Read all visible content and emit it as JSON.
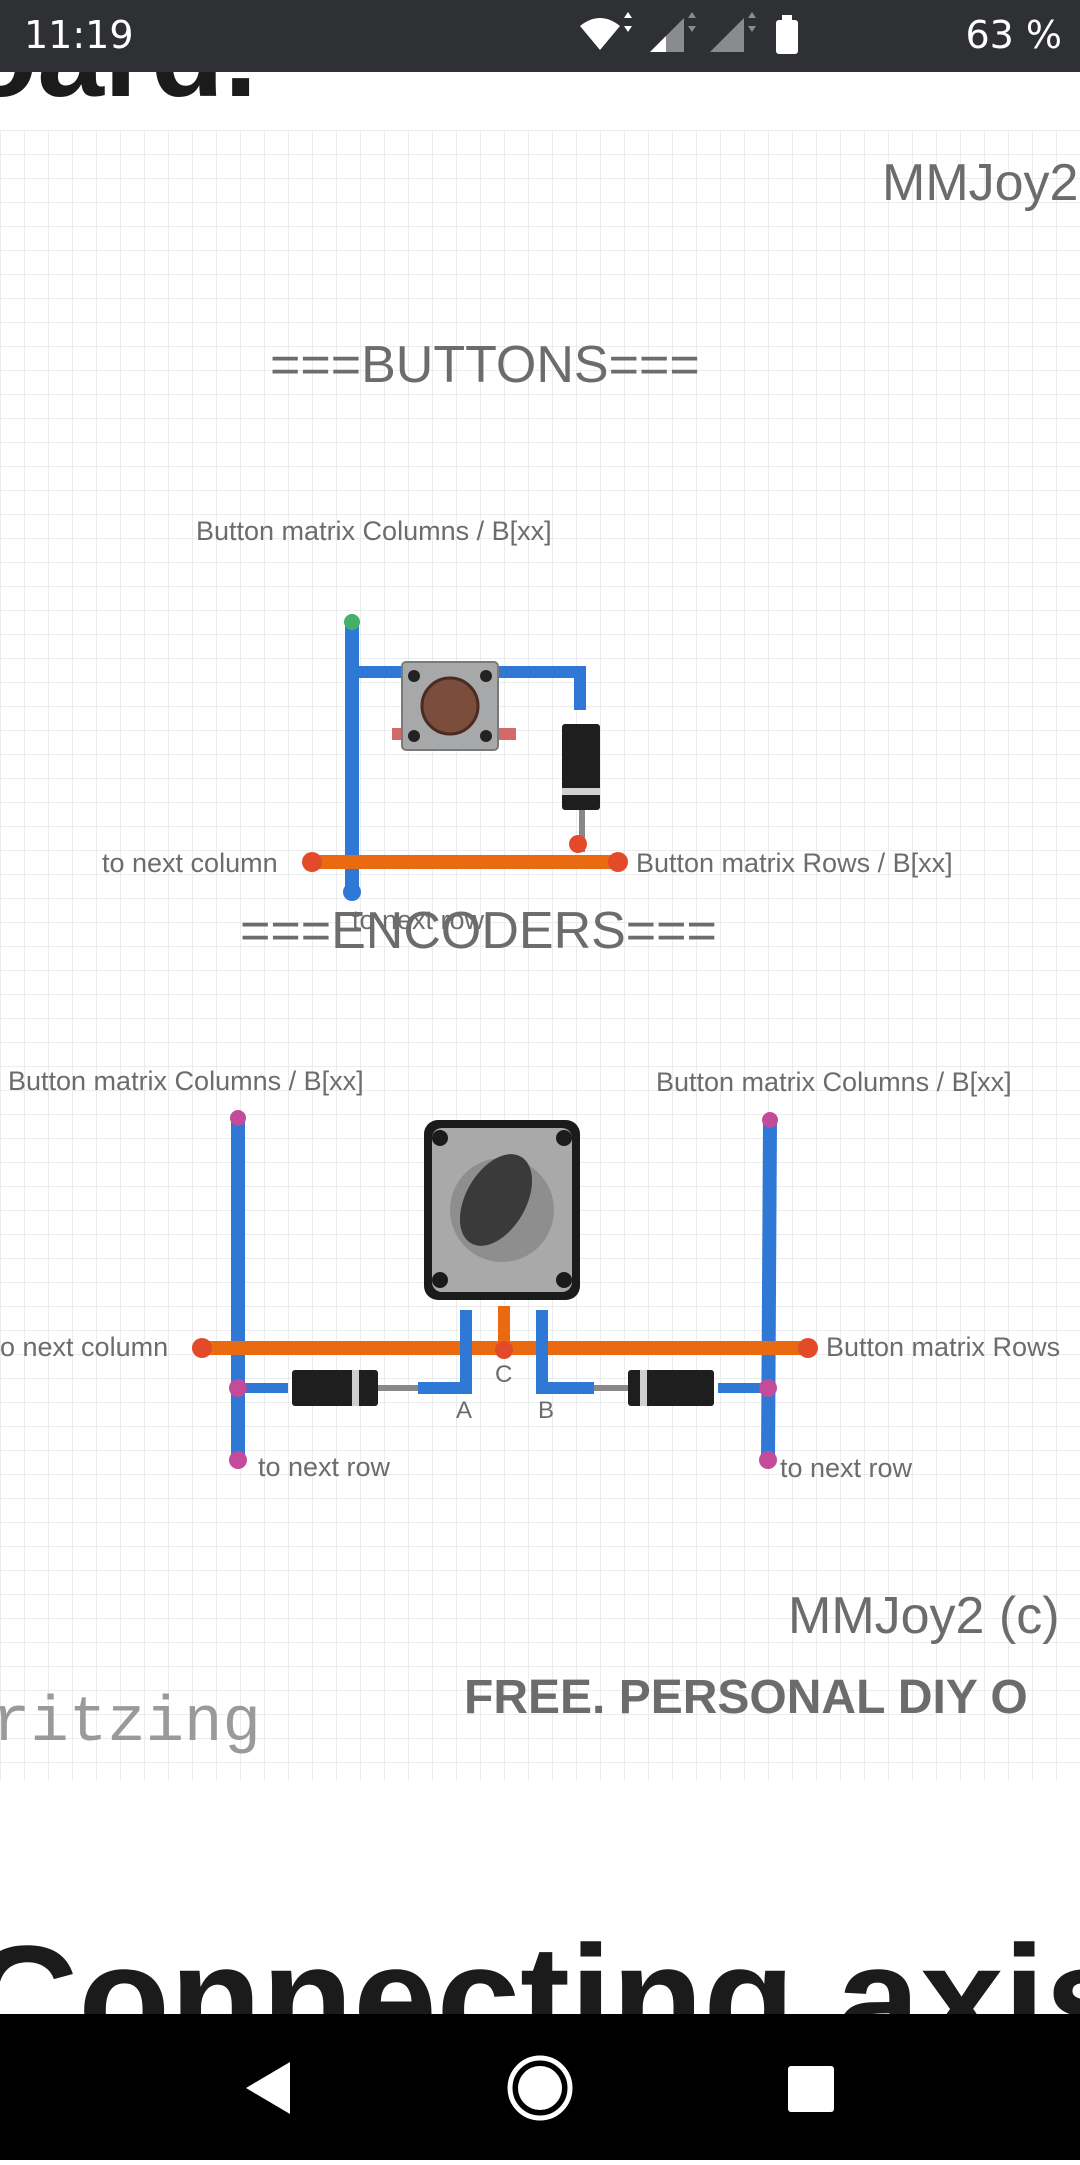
{
  "status_bar": {
    "time": "11:19",
    "battery_percent": "63 %",
    "icons": [
      "wifi-icon",
      "signal-icon",
      "signal-icon",
      "battery-icon"
    ]
  },
  "article": {
    "partial_heading_top": "oard.",
    "partial_heading_bottom": "Connecting axis"
  },
  "diagram": {
    "header_right": "MMJoy2",
    "buttons_title": "===BUTTONS===",
    "buttons_columns_label": "Button matrix Columns / B[xx]",
    "buttons_next_column": "to next column",
    "buttons_rows_label": "Button matrix Rows / B[xx]",
    "buttons_next_row": "to next row",
    "encoders_title": "===ENCODERS===",
    "encoders_columns_left": "Button matrix Columns / B[xx]",
    "encoders_columns_right": "Button matrix Columns / B[xx]",
    "encoders_next_column": "o next column",
    "encoders_rows_label": "Button matrix Rows",
    "pin_a": "A",
    "pin_b": "B",
    "pin_c": "C",
    "encoders_next_row_left": "to next row",
    "encoders_next_row_right": "to next row",
    "footer_copyright": "MMJoy2 (c)",
    "footer_free": "FREE. PERSONAL DIY O",
    "brand": "ritzing"
  },
  "nav_bar": {
    "buttons": [
      "back-icon",
      "home-icon",
      "recents-icon"
    ]
  },
  "colors": {
    "wire_blue": "#2f78d6",
    "wire_orange": "#ea6a12",
    "grid": "#e3e6e8",
    "status_bar_bg": "#2f3033",
    "nav_bar_bg": "#000000"
  }
}
